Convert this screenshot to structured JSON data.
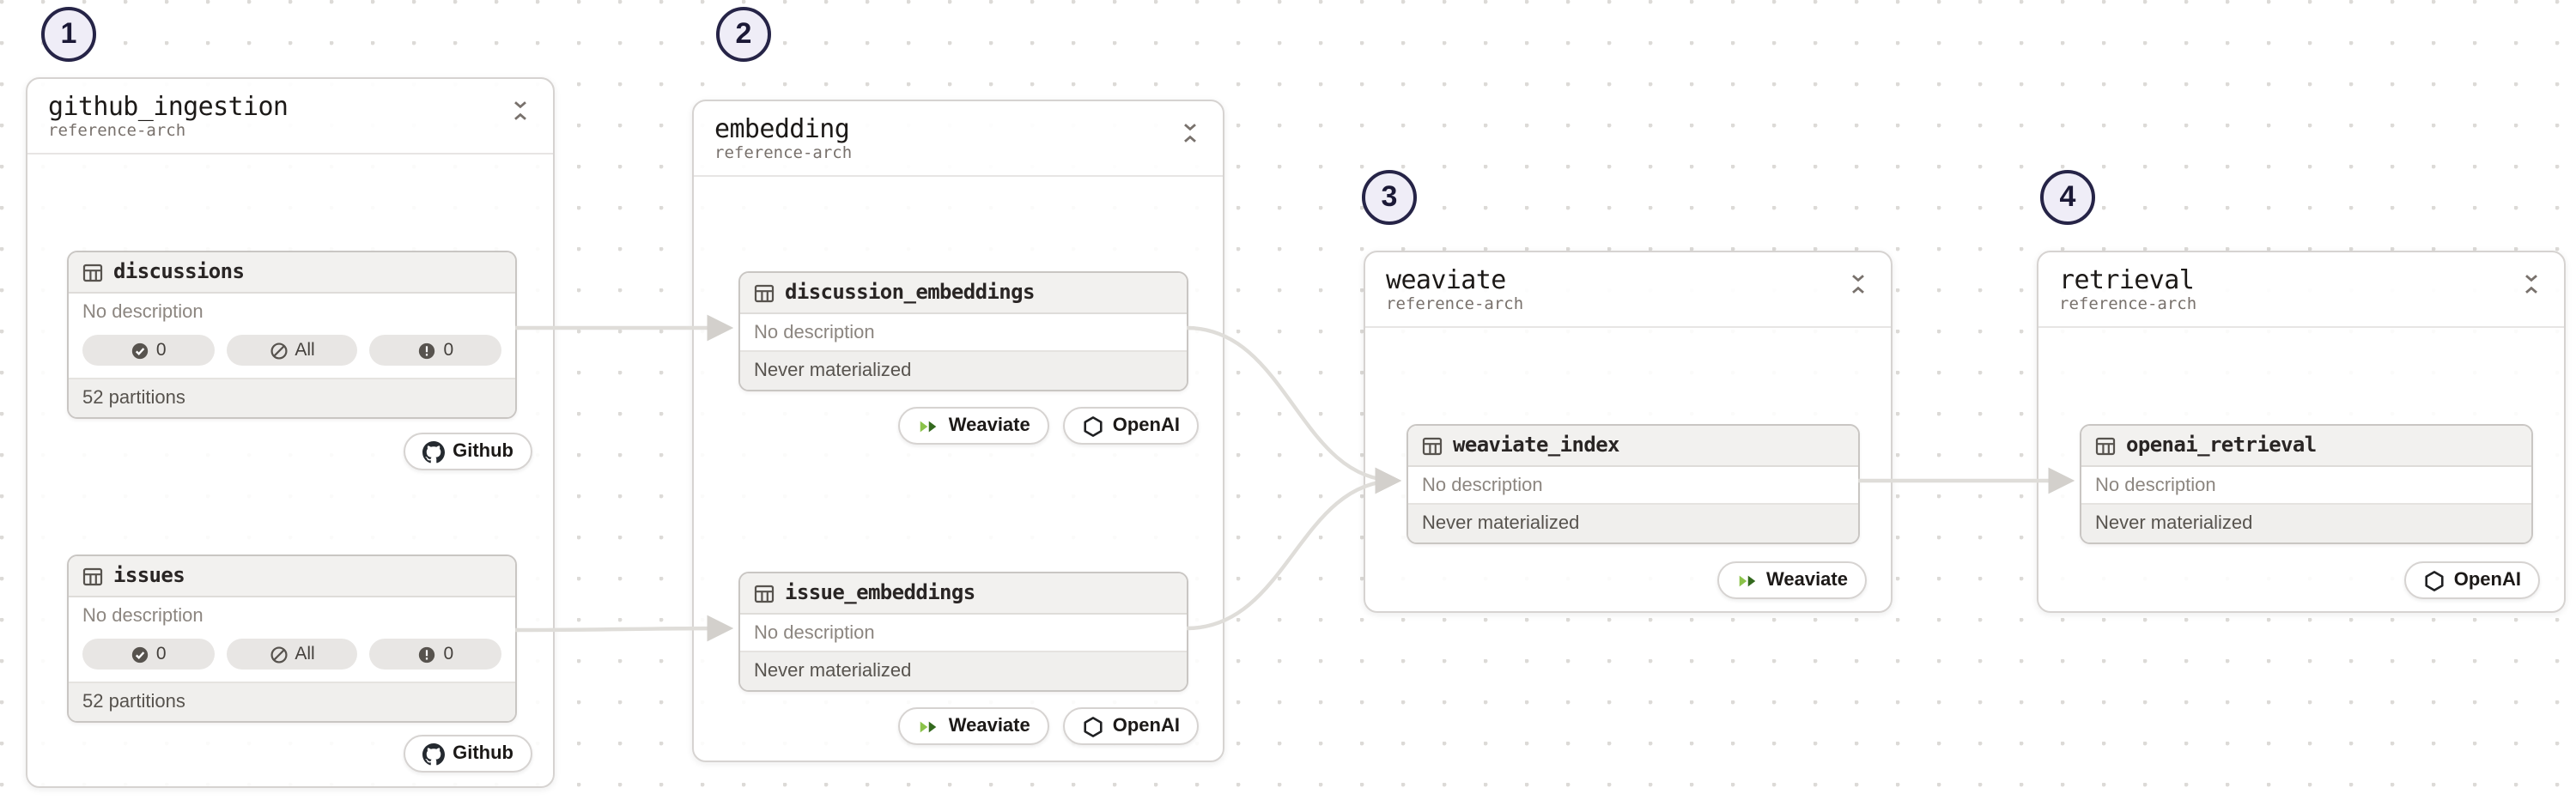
{
  "annotations": [
    {
      "number": "1"
    },
    {
      "number": "2"
    },
    {
      "number": "3"
    },
    {
      "number": "4"
    }
  ],
  "groups": [
    {
      "title": "github_ingestion",
      "subtitle": "reference-arch",
      "assets": [
        {
          "name": "discussions",
          "description": "No description",
          "badges": [
            {
              "icon": "check-circle-icon",
              "label": "0"
            },
            {
              "icon": "slash-circle-icon",
              "label": "All"
            },
            {
              "icon": "alert-circle-icon",
              "label": "0"
            }
          ],
          "footer": "52 partitions",
          "tags": [
            {
              "icon": "github-icon",
              "label": "Github"
            }
          ]
        },
        {
          "name": "issues",
          "description": "No description",
          "badges": [
            {
              "icon": "check-circle-icon",
              "label": "0"
            },
            {
              "icon": "slash-circle-icon",
              "label": "All"
            },
            {
              "icon": "alert-circle-icon",
              "label": "0"
            }
          ],
          "footer": "52 partitions",
          "tags": [
            {
              "icon": "github-icon",
              "label": "Github"
            }
          ]
        }
      ]
    },
    {
      "title": "embedding",
      "subtitle": "reference-arch",
      "assets": [
        {
          "name": "discussion_embeddings",
          "description": "No description",
          "status": "Never materialized",
          "tags": [
            {
              "icon": "weaviate-icon",
              "label": "Weaviate"
            },
            {
              "icon": "openai-icon",
              "label": "OpenAI"
            }
          ]
        },
        {
          "name": "issue_embeddings",
          "description": "No description",
          "status": "Never materialized",
          "tags": [
            {
              "icon": "weaviate-icon",
              "label": "Weaviate"
            },
            {
              "icon": "openai-icon",
              "label": "OpenAI"
            }
          ]
        }
      ]
    },
    {
      "title": "weaviate",
      "subtitle": "reference-arch",
      "assets": [
        {
          "name": "weaviate_index",
          "description": "No description",
          "status": "Never materialized",
          "tags": [
            {
              "icon": "weaviate-icon",
              "label": "Weaviate"
            }
          ]
        }
      ]
    },
    {
      "title": "retrieval",
      "subtitle": "reference-arch",
      "assets": [
        {
          "name": "openai_retrieval",
          "description": "No description",
          "status": "Never materialized",
          "tags": [
            {
              "icon": "openai-icon",
              "label": "OpenAI"
            }
          ]
        }
      ]
    }
  ],
  "colors": {
    "annotation_border": "#262447",
    "edge": "#dfddd9",
    "weaviate_green": "#7cb342",
    "openai_dark": "#202123",
    "github_black": "#24292f"
  }
}
